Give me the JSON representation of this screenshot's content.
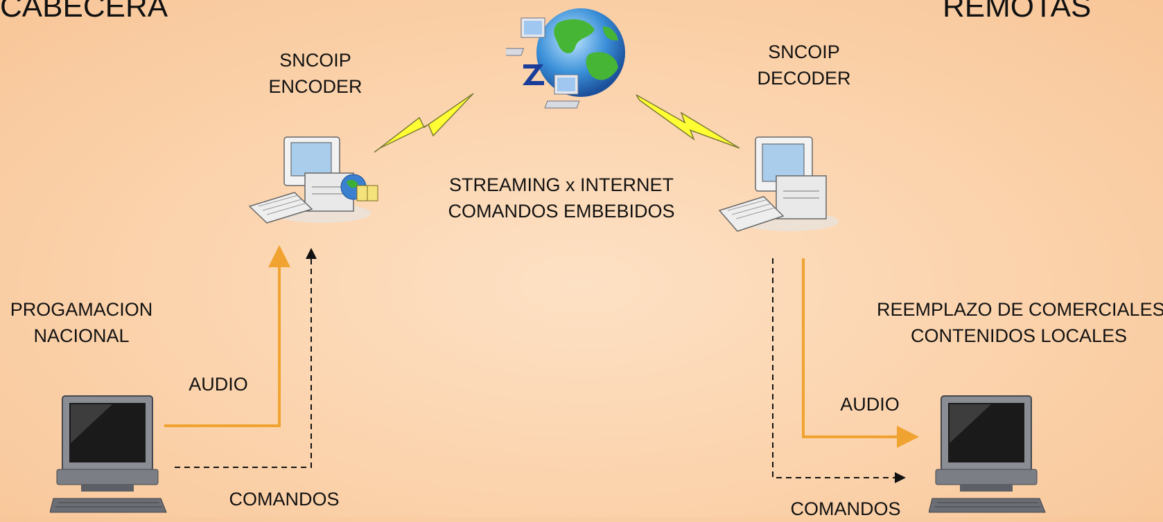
{
  "headers": {
    "left": "CABECERA",
    "right": "REMOTAS"
  },
  "encoder": {
    "line1": "SNCOIP",
    "line2": "ENCODER"
  },
  "decoder": {
    "line1": "SNCOIP",
    "line2": "DECODER"
  },
  "streaming": {
    "line1": "STREAMING x  INTERNET",
    "line2": "COMANDOS EMBEBIDOS"
  },
  "source": {
    "line1": "PROGAMACION",
    "line2": "NACIONAL"
  },
  "destination": {
    "line1": "REEMPLAZO DE COMERCIALES",
    "line2": "CONTENIDOS LOCALES"
  },
  "left_links": {
    "audio": "AUDIO",
    "commands": "COMANDOS"
  },
  "right_links": {
    "audio": "AUDIO",
    "commands": "COMANDOS"
  },
  "colors": {
    "audio_line": "#f0a330",
    "command_line": "#222222",
    "lightning": "#ffff33"
  }
}
